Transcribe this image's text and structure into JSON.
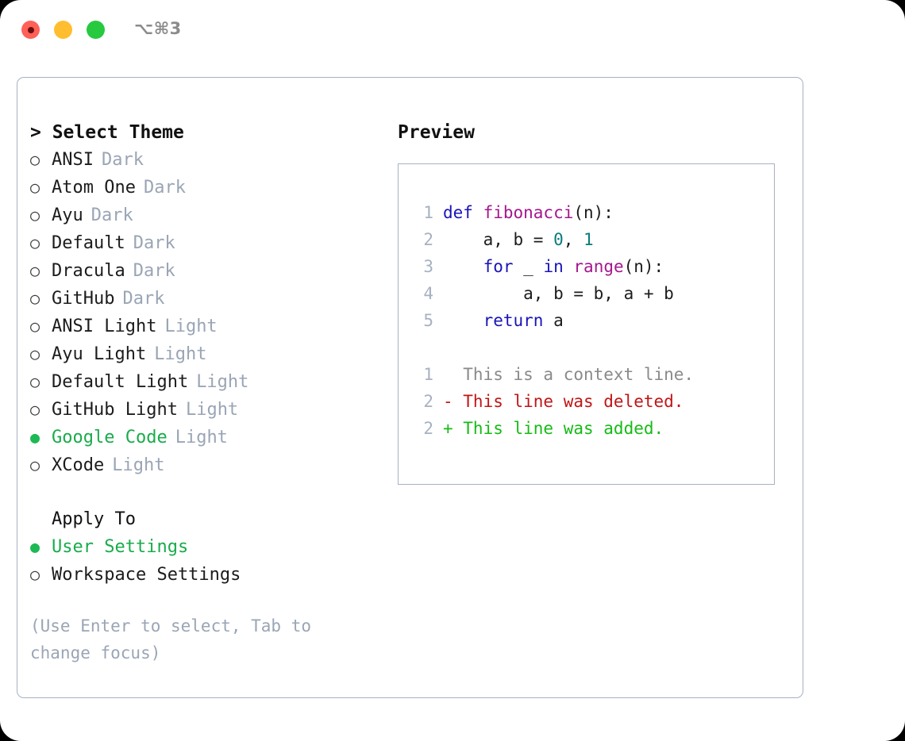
{
  "titlebar": {
    "shortcut": "⌥⌘3",
    "buttons": [
      {
        "name": "close",
        "color": "#ff6058"
      },
      {
        "name": "minimize",
        "color": "#ffbe2f"
      },
      {
        "name": "maximize",
        "color": "#27c93f"
      }
    ]
  },
  "theme_picker": {
    "heading": "> Select Theme",
    "items": [
      {
        "marker": "○",
        "label": "ANSI",
        "suffix": "Dark",
        "selected": false
      },
      {
        "marker": "○",
        "label": "Atom One",
        "suffix": "Dark",
        "selected": false
      },
      {
        "marker": "○",
        "label": "Ayu",
        "suffix": "Dark",
        "selected": false
      },
      {
        "marker": "○",
        "label": "Default",
        "suffix": "Dark",
        "selected": false
      },
      {
        "marker": "○",
        "label": "Dracula",
        "suffix": "Dark",
        "selected": false
      },
      {
        "marker": "○",
        "label": "GitHub",
        "suffix": "Dark",
        "selected": false
      },
      {
        "marker": "○",
        "label": "ANSI Light",
        "suffix": "Light",
        "selected": false
      },
      {
        "marker": "○",
        "label": "Ayu Light",
        "suffix": "Light",
        "selected": false
      },
      {
        "marker": "○",
        "label": "Default Light",
        "suffix": "Light",
        "selected": false
      },
      {
        "marker": "○",
        "label": "GitHub Light",
        "suffix": "Light",
        "selected": false
      },
      {
        "marker": "●",
        "label": "Google Code",
        "suffix": "Light",
        "selected": true
      },
      {
        "marker": "○",
        "label": "XCode",
        "suffix": "Light",
        "selected": false
      }
    ]
  },
  "apply_to": {
    "heading": "Apply To",
    "items": [
      {
        "marker": "●",
        "label": "User Settings",
        "suffix": "",
        "selected": true
      },
      {
        "marker": "○",
        "label": "Workspace Settings",
        "suffix": "",
        "selected": false
      }
    ]
  },
  "help": {
    "text": "(Use Enter to select, Tab to change focus)"
  },
  "preview": {
    "title": "Preview",
    "code_lines": [
      {
        "number": "1",
        "tokens": [
          {
            "text": "def ",
            "type": "kw"
          },
          {
            "text": "fibonacci",
            "type": "fn"
          },
          {
            "text": "(n):",
            "type": "plain"
          }
        ]
      },
      {
        "number": "2",
        "tokens": [
          {
            "text": "    a, b = ",
            "type": "plain"
          },
          {
            "text": "0",
            "type": "num"
          },
          {
            "text": ", ",
            "type": "plain"
          },
          {
            "text": "1",
            "type": "num"
          }
        ]
      },
      {
        "number": "3",
        "tokens": [
          {
            "text": "    ",
            "type": "plain"
          },
          {
            "text": "for",
            "type": "kw"
          },
          {
            "text": " _ ",
            "type": "plain"
          },
          {
            "text": "in",
            "type": "kw"
          },
          {
            "text": " ",
            "type": "plain"
          },
          {
            "text": "range",
            "type": "fn"
          },
          {
            "text": "(n):",
            "type": "plain"
          }
        ]
      },
      {
        "number": "4",
        "tokens": [
          {
            "text": "        a, b = b, a + b",
            "type": "plain"
          }
        ]
      },
      {
        "number": "5",
        "tokens": [
          {
            "text": "    ",
            "type": "plain"
          },
          {
            "text": "return",
            "type": "kw"
          },
          {
            "text": " a",
            "type": "plain"
          }
        ]
      }
    ],
    "diff_lines": [
      {
        "number": "1",
        "sign": "  ",
        "text": "This is a context line.",
        "kind": "context"
      },
      {
        "number": "2",
        "sign": "- ",
        "text": "This line was deleted.",
        "kind": "deleted"
      },
      {
        "number": "2",
        "sign": "+ ",
        "text": "This line was added.",
        "kind": "added"
      }
    ]
  },
  "colors": {
    "accent_green": "#1aab4b",
    "muted": "#9aa5b5",
    "border": "#a7b1c2",
    "keyword": "#1a14b8",
    "function": "#a4188c",
    "number": "#0b7b7b",
    "diff_added": "#16bb16",
    "diff_deleted": "#c01616"
  }
}
